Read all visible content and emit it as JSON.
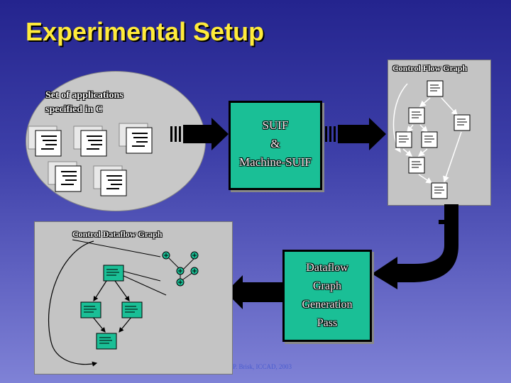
{
  "title": "Experimental Setup",
  "apps_label_line1": "Set of applications",
  "apps_label_line2": "specified in C",
  "suif_line1": "SUIF",
  "suif_line2": "&",
  "suif_line3": "Machine-SUIF",
  "cfg_label": "Control Flow Graph",
  "cdfg_label": "Control Dataflow Graph",
  "dfg_line1": "Dataflow",
  "dfg_line2": "Graph",
  "dfg_line3": "Generation",
  "dfg_line4": "Pass",
  "footer": "P. Brisk, ICCAD, 2003",
  "colors": {
    "title": "#ffeb3b",
    "teal": "#1abf96",
    "panel": "#c4c4c4"
  }
}
